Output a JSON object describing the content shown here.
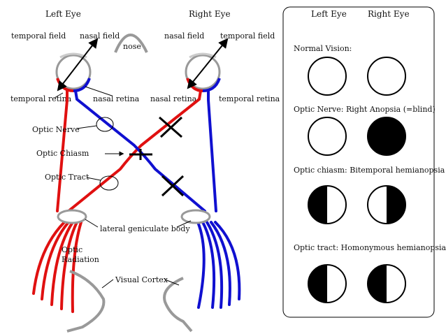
{
  "diagram": {
    "left_eye_title": "Left Eye",
    "right_eye_title": "Right Eye",
    "nose": "nose",
    "left_temporal_field": "temporal field",
    "left_nasal_field": "nasal field",
    "right_nasal_field": "nasal field",
    "right_temporal_field": "temporal field",
    "left_temporal_retina": "temporal retina",
    "left_nasal_retina": "nasal retina",
    "right_nasal_retina": "nasal retina",
    "right_temporal_retina": "temporal retina",
    "optic_nerve": "Optic Nerve",
    "optic_chiasm": "Optic Chiasm",
    "optic_tract": "Optic Tract",
    "lateral_geniculate_body": "lateral geniculate body",
    "optic_radiation_line1": "Optic",
    "optic_radiation_line2": "Radiation",
    "visual_cortex": "Visual Cortex",
    "colors": {
      "left_pathway": "#e01010",
      "right_pathway": "#1010d0",
      "structure_gray": "#999999"
    }
  },
  "panel": {
    "left_eye_header": "Left Eye",
    "right_eye_header": "Right Eye",
    "rows": [
      {
        "label": "Normal Vision:",
        "left_field": "clear",
        "right_field": "clear"
      },
      {
        "label": "Optic Nerve: Right Anopsia (=blind)",
        "left_field": "clear",
        "right_field": "blind"
      },
      {
        "label": "Optic chiasm: Bitemporal hemianopsia",
        "left_field": "left-half-blind",
        "right_field": "right-half-blind"
      },
      {
        "label": "Optic tract: Homonymous hemianopsia",
        "left_field": "left-half-blind",
        "right_field": "left-half-blind"
      }
    ]
  }
}
